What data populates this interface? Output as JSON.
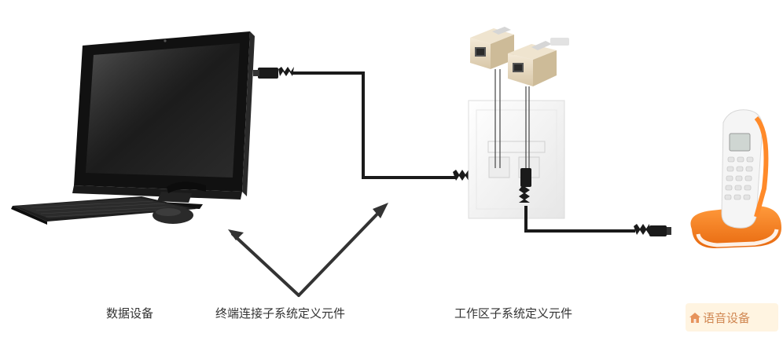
{
  "labels": {
    "data_device": "数据设备",
    "terminal_subsystem": "终端连接子系统定义元件",
    "work_area_subsystem": "工作区子系统定义元件"
  },
  "watermark": {
    "text": "语音设备",
    "logo_icon": "house-logo-icon",
    "color": "#e07b39"
  },
  "colors": {
    "cable": "#1a1a1a",
    "phone_accent": "#f07a1a",
    "device_dark": "#2a2a2a",
    "wall_plate": "#f2f2f2"
  }
}
